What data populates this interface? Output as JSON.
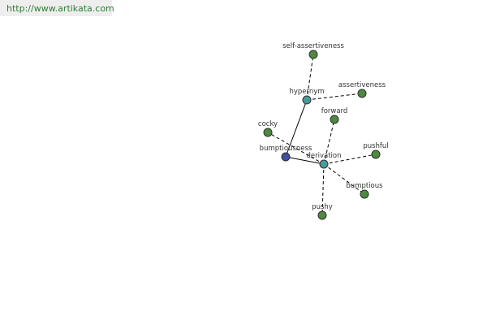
{
  "banner": {
    "text": "http://www.artikata.com"
  },
  "graph": {
    "colors": {
      "center": "#3f4fa3",
      "relation": "#4a9a9a",
      "word": "#4e8a3e",
      "edge": "#000000",
      "stroke": "#2f2f2f"
    },
    "nodes": [
      {
        "id": "bumptiousness",
        "label": "bumptiousness",
        "kind": "center"
      },
      {
        "id": "hypernym",
        "label": "hypernym",
        "kind": "relation"
      },
      {
        "id": "derivation",
        "label": "derivation",
        "kind": "relation"
      },
      {
        "id": "self-assertiveness",
        "label": "self-assertiveness",
        "kind": "word"
      },
      {
        "id": "assertiveness",
        "label": "assertiveness",
        "kind": "word"
      },
      {
        "id": "forward",
        "label": "forward",
        "kind": "word"
      },
      {
        "id": "cocky",
        "label": "cocky",
        "kind": "word"
      },
      {
        "id": "pushful",
        "label": "pushful",
        "kind": "word"
      },
      {
        "id": "bumptious",
        "label": "bumptious",
        "kind": "word"
      },
      {
        "id": "pushy",
        "label": "pushy",
        "kind": "word"
      }
    ],
    "edges": [
      {
        "from": "bumptiousness",
        "to": "hypernym",
        "style": "solid"
      },
      {
        "from": "bumptiousness",
        "to": "derivation",
        "style": "solid"
      },
      {
        "from": "hypernym",
        "to": "self-assertiveness",
        "style": "dashed"
      },
      {
        "from": "hypernym",
        "to": "assertiveness",
        "style": "dashed"
      },
      {
        "from": "derivation",
        "to": "forward",
        "style": "dashed"
      },
      {
        "from": "derivation",
        "to": "cocky",
        "style": "dashed"
      },
      {
        "from": "derivation",
        "to": "pushful",
        "style": "dashed"
      },
      {
        "from": "derivation",
        "to": "bumptious",
        "style": "dashed"
      },
      {
        "from": "derivation",
        "to": "pushy",
        "style": "dashed"
      }
    ]
  }
}
